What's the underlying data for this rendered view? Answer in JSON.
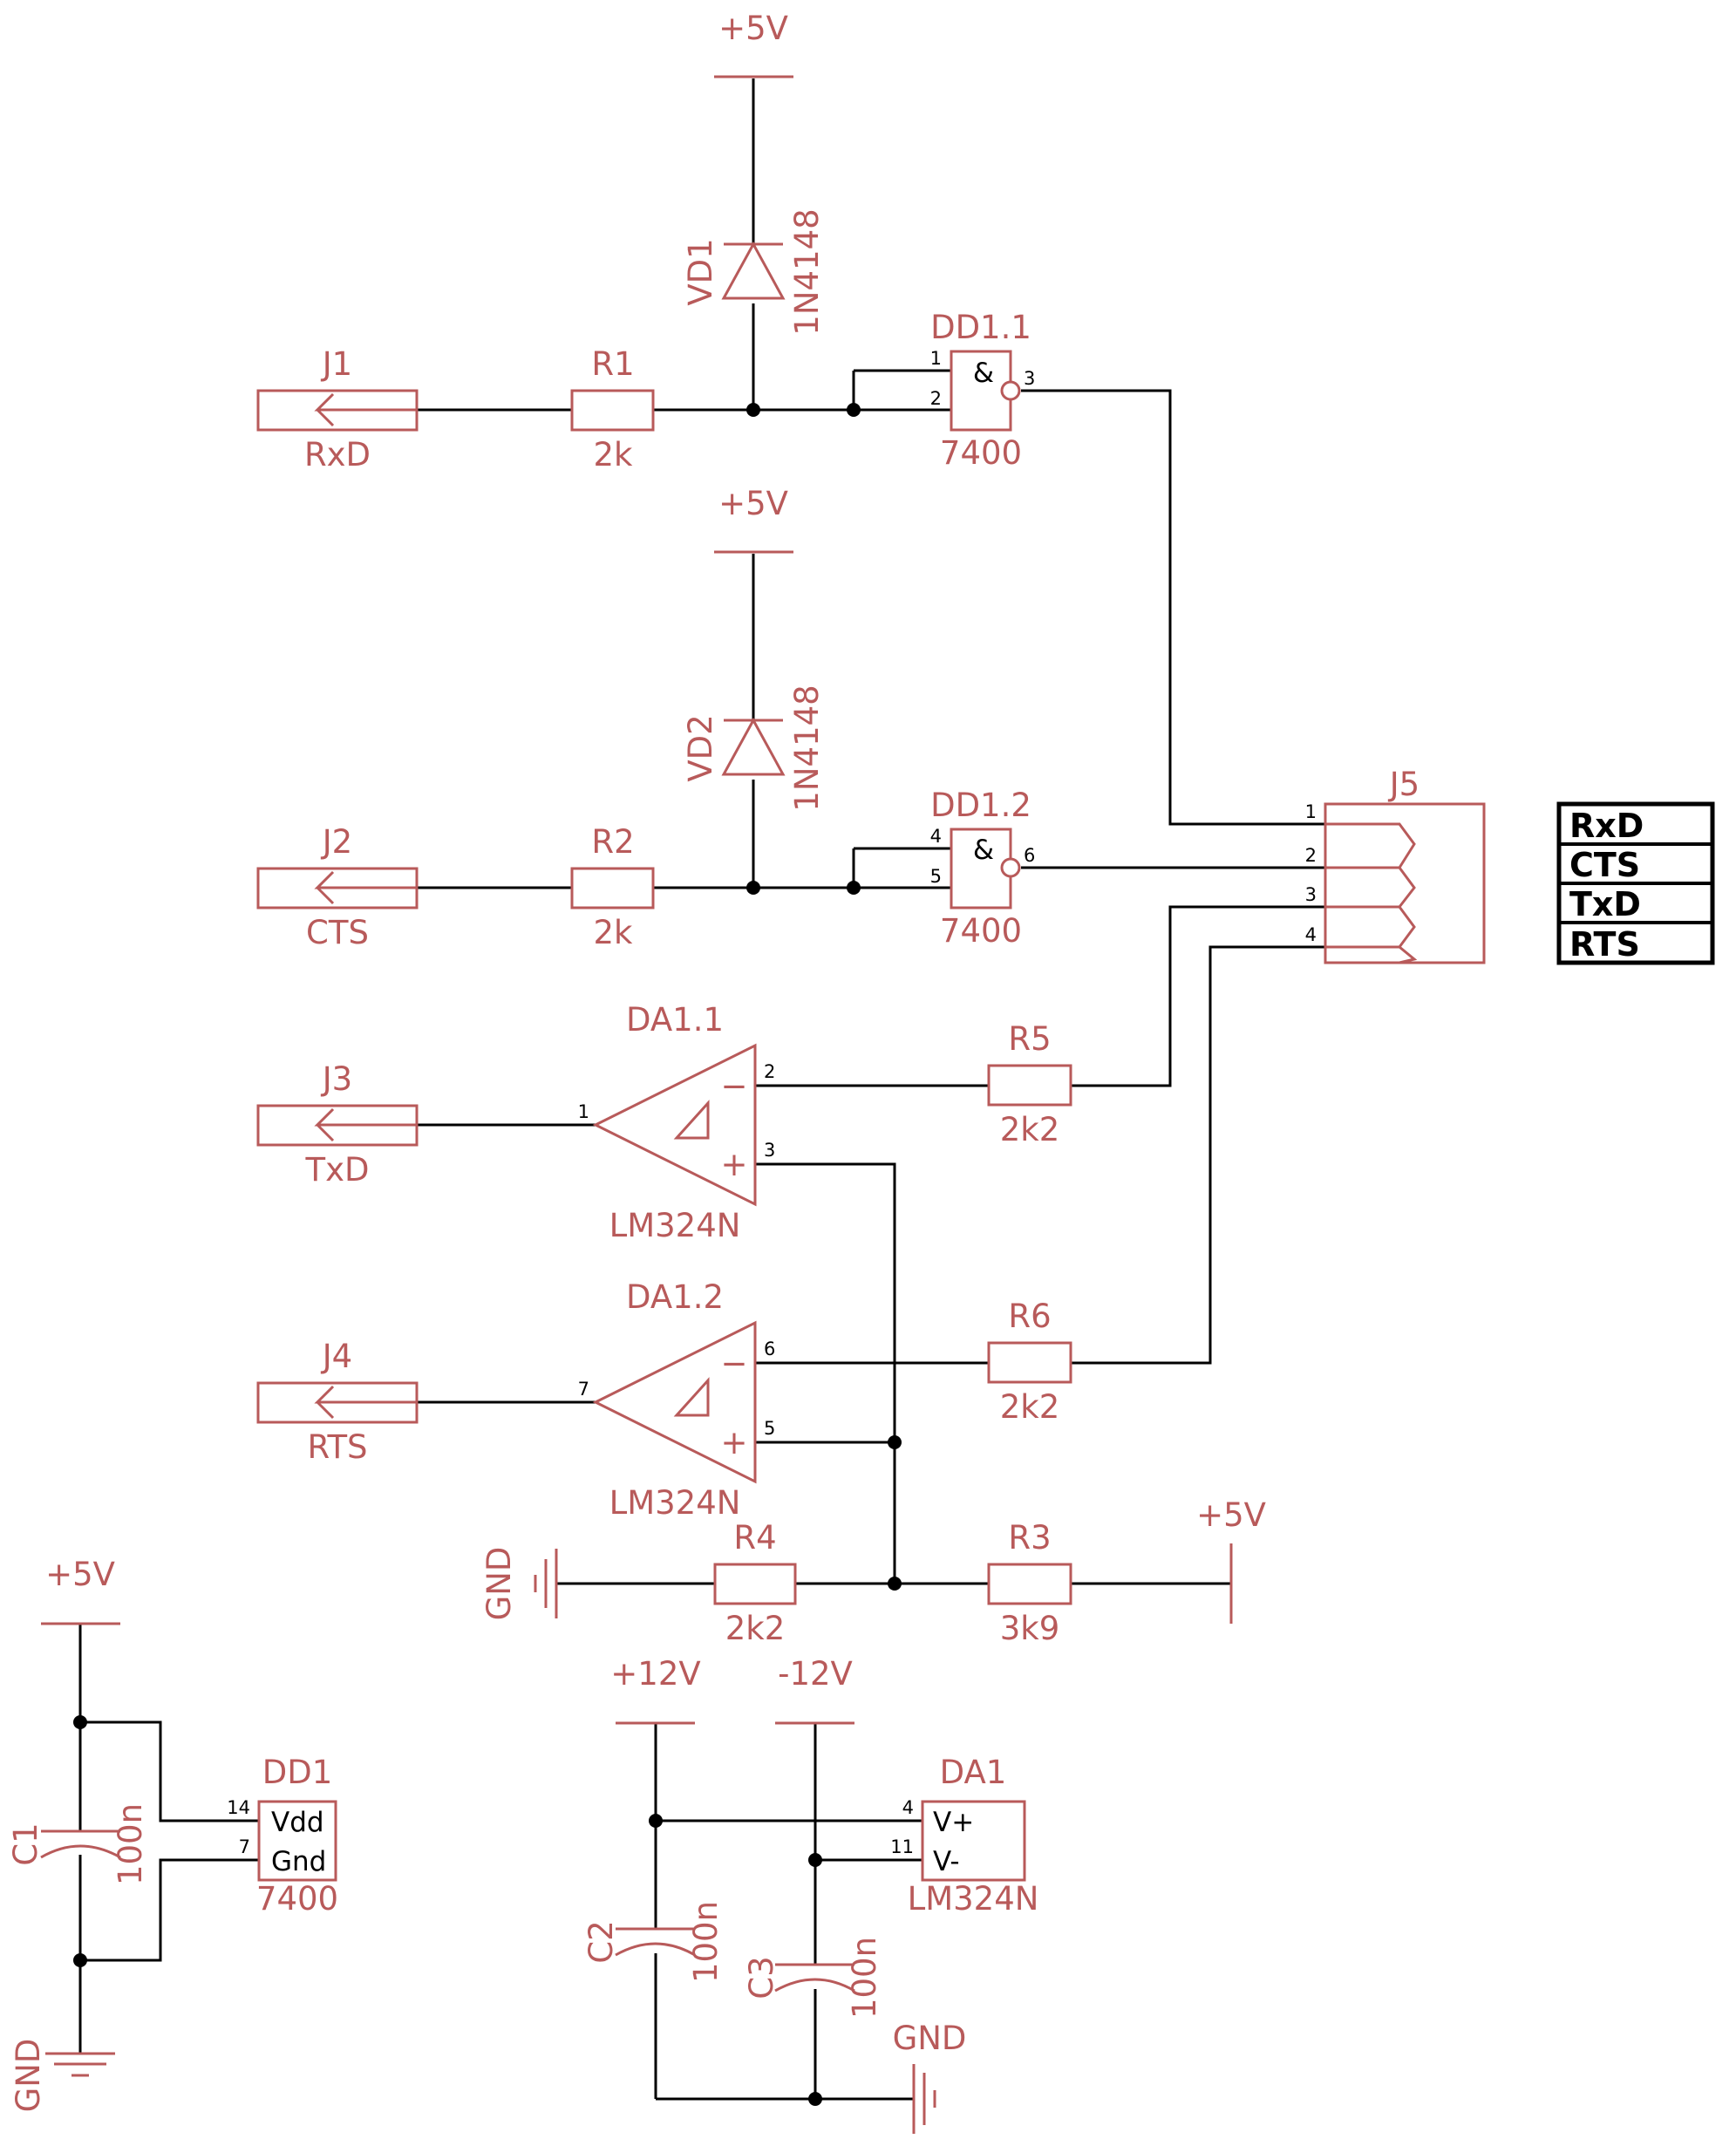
{
  "supplies": {
    "p5v": "+5V",
    "p12v": "+12V",
    "n12v": "-12V",
    "gnd": "GND"
  },
  "connectors": {
    "j1": {
      "ref": "J1",
      "signal": "RxD"
    },
    "j2": {
      "ref": "J2",
      "signal": "CTS"
    },
    "j3": {
      "ref": "J3",
      "signal": "TxD"
    },
    "j4": {
      "ref": "J4",
      "signal": "RTS"
    },
    "j5": {
      "ref": "J5",
      "pins": [
        "1",
        "2",
        "3",
        "4"
      ]
    }
  },
  "resistors": {
    "r1": {
      "ref": "R1",
      "value": "2k"
    },
    "r2": {
      "ref": "R2",
      "value": "2k"
    },
    "r3": {
      "ref": "R3",
      "value": "3k9"
    },
    "r4": {
      "ref": "R4",
      "value": "2k2"
    },
    "r5": {
      "ref": "R5",
      "value": "2k2"
    },
    "r6": {
      "ref": "R6",
      "value": "2k2"
    }
  },
  "diodes": {
    "vd1": {
      "ref": "VD1",
      "value": "1N4148"
    },
    "vd2": {
      "ref": "VD2",
      "value": "1N4148"
    }
  },
  "gates": {
    "dd1_1": {
      "ref": "DD1.1",
      "value": "7400",
      "symbol": "&",
      "pins": [
        "1",
        "2",
        "3"
      ]
    },
    "dd1_2": {
      "ref": "DD1.2",
      "value": "7400",
      "symbol": "&",
      "pins": [
        "4",
        "5",
        "6"
      ]
    }
  },
  "opamps": {
    "da1_1": {
      "ref": "DA1.1",
      "value": "LM324N",
      "pins": [
        "1",
        "2",
        "3"
      ]
    },
    "da1_2": {
      "ref": "DA1.2",
      "value": "LM324N",
      "pins": [
        "7",
        "6",
        "5"
      ]
    },
    "minus": "−",
    "plus": "+"
  },
  "power_blocks": {
    "dd1": {
      "ref": "DD1",
      "value": "7400",
      "pin_a": "14",
      "label_a": "Vdd",
      "pin_b": "7",
      "label_b": "Gnd"
    },
    "da1": {
      "ref": "DA1",
      "value": "LM324N",
      "pin_a": "4",
      "label_a": "V+",
      "pin_b": "11",
      "label_b": "V-"
    }
  },
  "capacitors": {
    "c1": {
      "ref": "C1",
      "value": "100n"
    },
    "c2": {
      "ref": "C2",
      "value": "100n"
    },
    "c3": {
      "ref": "C3",
      "value": "100n"
    }
  },
  "legend": [
    "RxD",
    "CTS",
    "TxD",
    "RTS"
  ],
  "colors": {
    "symbol": "#b85a5a",
    "wire": "#000000",
    "background": "#ffffff"
  }
}
